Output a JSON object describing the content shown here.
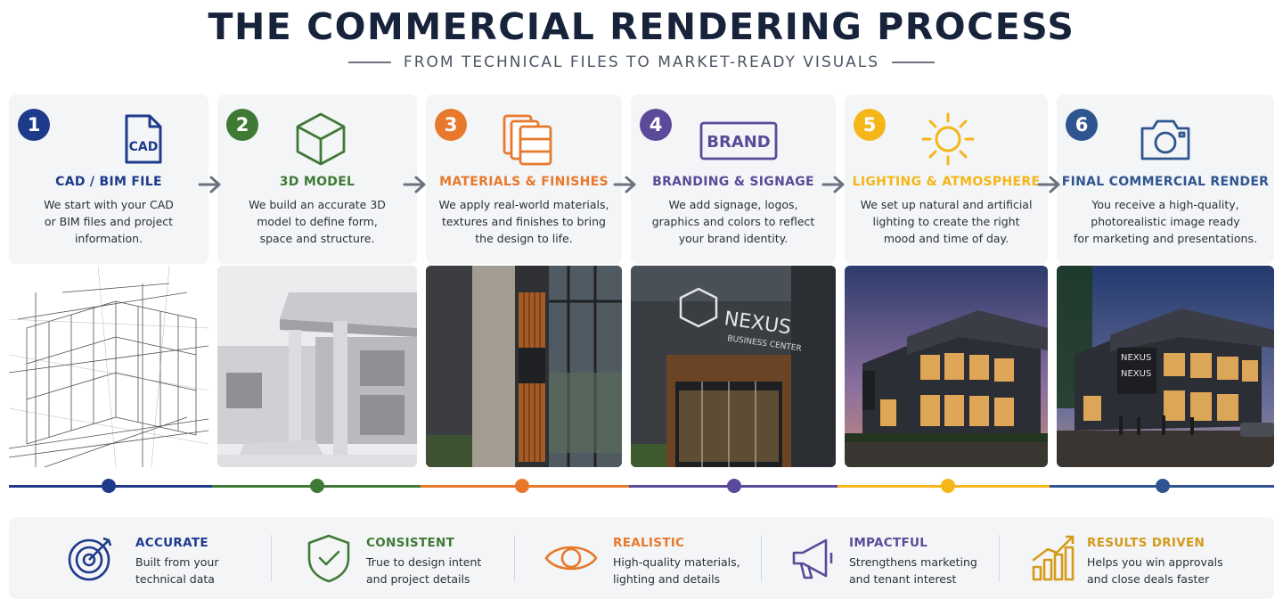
{
  "header": {
    "title": "THE COMMERCIAL RENDERING PROCESS",
    "subtitle": "FROM TECHNICAL FILES TO MARKET-READY VISUALS"
  },
  "steps": [
    {
      "number": "1",
      "title": "CAD / BIM FILE",
      "icon": "cad-file-icon",
      "icon_text": "CAD",
      "color": "#1e3a8a",
      "desc": [
        "We start with your CAD",
        "or BIM files and project",
        "information."
      ]
    },
    {
      "number": "2",
      "title": "3D MODEL",
      "icon": "cube-icon",
      "color": "#3f7a35",
      "desc": [
        "We build an accurate 3D",
        "model to define form,",
        "space and structure."
      ]
    },
    {
      "number": "3",
      "title": "MATERIALS & FINISHES",
      "icon": "material-swatches-icon",
      "color": "#e8792c",
      "desc": [
        "We apply real-world materials,",
        "textures and finishes to bring",
        "the design to life."
      ]
    },
    {
      "number": "4",
      "title": "BRANDING & SIGNAGE",
      "icon": "brand-sign-icon",
      "icon_text": "BRAND",
      "color": "#5b4a9a",
      "desc": [
        "We add signage, logos,",
        "graphics and colors to reflect",
        "your brand identity."
      ]
    },
    {
      "number": "5",
      "title": "LIGHTING & ATMOSPHERE",
      "icon": "sun-icon",
      "color": "#f4b619",
      "desc": [
        "We set up natural and artificial",
        "lighting to create the right",
        "mood and time of day."
      ]
    },
    {
      "number": "6",
      "title": "FINAL COMMERCIAL RENDER",
      "icon": "camera-icon",
      "color": "#2f5591",
      "desc": [
        "You receive a high-quality,",
        "photorealistic image ready",
        "for marketing and presentations."
      ]
    }
  ],
  "images": {
    "brand_sign_main": "NEXUS",
    "brand_sign_sub": "BUSINESS CENTER",
    "render_sign_1": "NEXUS",
    "render_sign_2": "NEXUS"
  },
  "benefits": [
    {
      "title": "ACCURATE",
      "icon": "target-icon",
      "color": "#1e3a8a",
      "desc": "Built from your\ntechnical data"
    },
    {
      "title": "CONSISTENT",
      "icon": "shield-check-icon",
      "color": "#3f7a35",
      "desc": "True to design intent\nand project details"
    },
    {
      "title": "REALISTIC",
      "icon": "eye-icon",
      "color": "#e8792c",
      "desc": "High-quality materials,\nlighting and details"
    },
    {
      "title": "IMPACTFUL",
      "icon": "megaphone-icon",
      "color": "#5b4a9a",
      "desc": "Strengthens marketing\nand tenant interest"
    },
    {
      "title": "RESULTS DRIVEN",
      "icon": "growth-chart-icon",
      "color": "#d49a1a",
      "desc": "Helps you win approvals\nand close deals faster"
    }
  ]
}
